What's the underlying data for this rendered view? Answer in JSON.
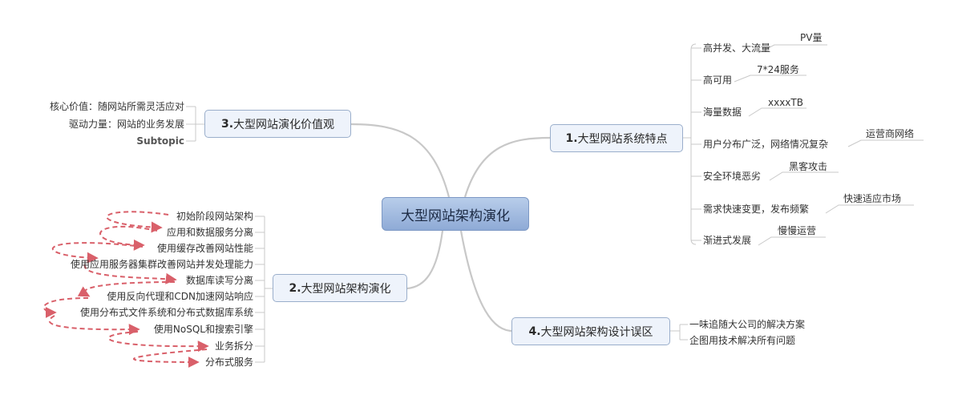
{
  "central_topic": "大型网站架构演化",
  "branches": {
    "b1": {
      "num": "1.",
      "title": "大型网站系统特点",
      "items": [
        {
          "label": "高并发、大流量",
          "tag": "PV量"
        },
        {
          "label": "高可用",
          "tag": "7*24服务"
        },
        {
          "label": "海量数据",
          "tag": "xxxxTB"
        },
        {
          "label": "用户分布广泛，网络情况复杂",
          "tag": "运营商网络"
        },
        {
          "label": "安全环境恶劣",
          "tag": "黑客攻击"
        },
        {
          "label": "需求快速变更，发布频繁",
          "tag": "快速适应市场"
        },
        {
          "label": "渐进式发展",
          "tag": "慢慢运营"
        }
      ]
    },
    "b2": {
      "num": "2.",
      "title": "大型网站架构演化",
      "items": [
        "初始阶段网站架构",
        "应用和数据服务分离",
        "使用缓存改善网站性能",
        "使用应用服务器集群改善网站并发处理能力",
        "数据库读写分离",
        "使用反向代理和CDN加速网站响应",
        "使用分布式文件系统和分布式数据库系统",
        "使用NoSQL和搜索引擎",
        "业务拆分",
        "分布式服务"
      ]
    },
    "b3": {
      "num": "3.",
      "title": "大型网站演化价值观",
      "items": [
        "核心价值：随网站所需灵活应对",
        "驱动力量：网站的业务发展",
        "Subtopic"
      ]
    },
    "b4": {
      "num": "4.",
      "title": "大型网站架构设计误区",
      "items": [
        "一味追随大公司的解决方案",
        "企图用技术解决所有问题"
      ]
    }
  },
  "colors": {
    "connector": "#c8c8c8",
    "relationship_arrow": "#d9606a",
    "center_fill": "#a7bfe3",
    "topic_fill": "#eef3fb"
  }
}
